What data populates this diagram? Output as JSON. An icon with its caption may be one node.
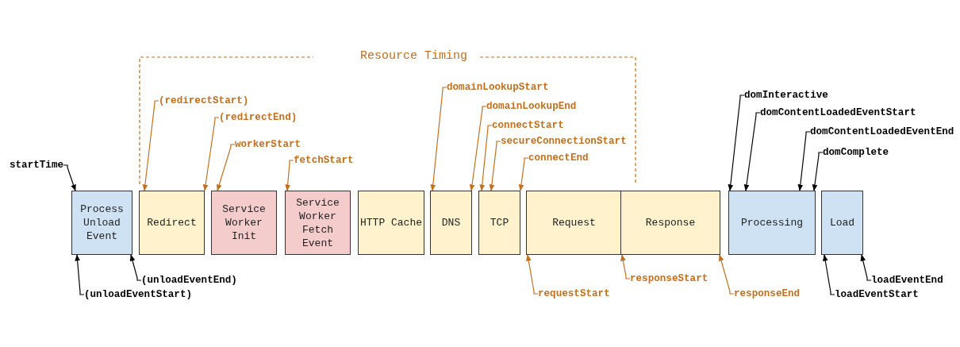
{
  "diagram": {
    "nodes": [
      {
        "text": [
          "Process Unload Event"
        ]
      },
      {
        "text": [
          "Redirect"
        ]
      },
      {
        "text": [
          "Service Worker Init"
        ]
      },
      {
        "text": [
          "Service Worker Fetch Event"
        ]
      },
      {
        "text": [
          "HTTP Cache"
        ]
      },
      {
        "text": [
          "DNS"
        ]
      },
      {
        "text": [
          "TCP"
        ]
      },
      {
        "text": [
          "Request"
        ]
      },
      {
        "text": [
          "Response"
        ]
      },
      {
        "text": [
          "Processing"
        ]
      },
      {
        "text": [
          "Load"
        ]
      },
      {
        "text": [
          "startTime"
        ]
      },
      {
        "text": [
          "(unloadEventStart)"
        ]
      },
      {
        "text": [
          "(unloadEventEnd)"
        ]
      },
      {
        "text": [
          "(redirectStart)"
        ]
      },
      {
        "text": [
          "(redirectEnd)"
        ]
      },
      {
        "text": [
          "workerStart"
        ]
      },
      {
        "text": [
          "fetchStart"
        ]
      },
      {
        "text": [
          "domainLookupStart"
        ]
      },
      {
        "text": [
          "domainLookupEnd"
        ]
      },
      {
        "text": [
          "connectStart"
        ]
      },
      {
        "text": [
          "secureConnectionStart"
        ]
      },
      {
        "text": [
          "connectEnd"
        ]
      },
      {
        "text": [
          "requestStart"
        ]
      },
      {
        "text": [
          "responseStart"
        ]
      },
      {
        "text": [
          "responseEnd"
        ]
      },
      {
        "text": [
          "domInteractive"
        ]
      },
      {
        "text": [
          "domContentLoadedEventStart"
        ]
      },
      {
        "text": [
          "domContentLoadedEventEnd"
        ]
      },
      {
        "text": [
          "domComplete"
        ]
      },
      {
        "text": [
          "loadEventStart"
        ]
      },
      {
        "text": [
          "loadEventEnd"
        ]
      }
    ],
    "edges": [
      {
        "from": 11,
        "to": 0,
        "arrow": "to",
        "color": "#000000"
      },
      {
        "from": 12,
        "to": 0,
        "arrow": "to",
        "color": "#000000"
      },
      {
        "from": 13,
        "to": 0,
        "arrow": "to",
        "color": "#000000"
      },
      {
        "from": 14,
        "to": 1,
        "arrow": "to"
      },
      {
        "from": 15,
        "to": 1,
        "arrow": "to"
      },
      {
        "from": 16,
        "to": 2,
        "arrow": "to"
      },
      {
        "from": 17,
        "to": 3,
        "arrow": "to"
      },
      {
        "from": 18,
        "to": 5,
        "arrow": "to"
      },
      {
        "from": 19,
        "to": 5,
        "arrow": "to"
      },
      {
        "from": 20,
        "to": 6,
        "arrow": "to"
      },
      {
        "from": 21,
        "to": 6,
        "arrow": "to"
      },
      {
        "from": 22,
        "to": 6,
        "arrow": "to"
      },
      {
        "from": 23,
        "to": 7,
        "arrow": "to"
      },
      {
        "from": 24,
        "to": 8,
        "arrow": "to"
      },
      {
        "from": 25,
        "to": 8,
        "arrow": "to"
      },
      {
        "from": 26,
        "to": 9,
        "arrow": "to",
        "color": "#000000"
      },
      {
        "from": 27,
        "to": 9,
        "arrow": "to",
        "color": "#000000"
      },
      {
        "from": 28,
        "to": 9,
        "arrow": "to",
        "color": "#000000"
      },
      {
        "from": 29,
        "to": 9,
        "arrow": "to",
        "color": "#000000"
      },
      {
        "from": 30,
        "to": 10,
        "arrow": "to",
        "color": "#000000"
      },
      {
        "from": 31,
        "to": 10,
        "arrow": "to",
        "color": "#000000"
      }
    ],
    "labels": [
      "Resource Timing"
    ]
  }
}
